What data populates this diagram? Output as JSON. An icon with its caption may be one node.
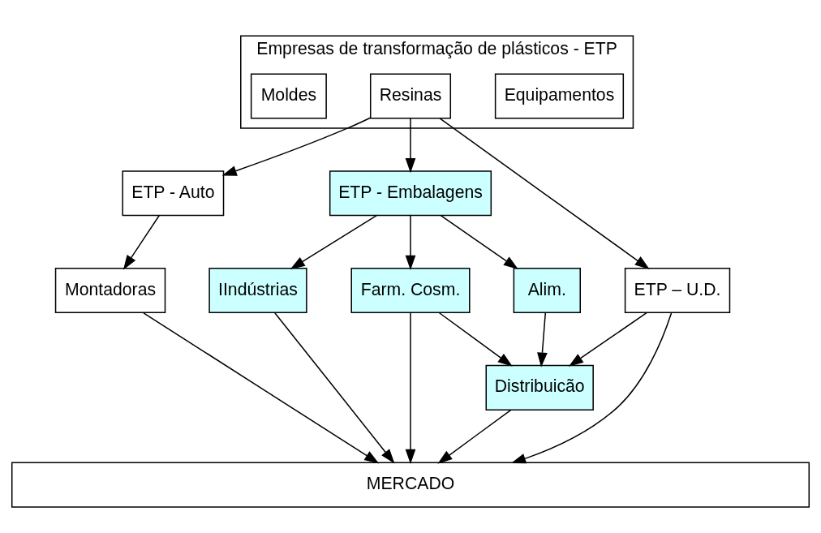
{
  "diagram": {
    "nodes": [
      {
        "text": [
          "Empresas de transformação de plásticos - ETP"
        ]
      },
      {
        "text": [
          "Equipamentos"
        ],
        "in": 0
      },
      {
        "text": [
          "Resinas"
        ],
        "in": 0
      },
      {
        "text": [
          "Moldes"
        ],
        "in": 0
      },
      {
        "text": [
          "ETP - Auto"
        ]
      },
      {
        "text": [
          "ETP - Embalagens"
        ]
      },
      {
        "text": [
          "ETP – U.D."
        ]
      },
      {
        "text": [
          "Montadoras"
        ]
      },
      {
        "text": [
          "Farm. Cosm."
        ]
      },
      {
        "text": [
          "Alim."
        ]
      },
      {
        "text": [
          "IIndústrias"
        ]
      },
      {
        "text": [
          "Distribuicão"
        ]
      },
      {
        "text": [
          "MERCADO"
        ]
      }
    ],
    "edges": [
      {
        "from": 2,
        "to": 4,
        "arrow": "to"
      },
      {
        "from": 2,
        "to": 5,
        "arrow": "to"
      },
      {
        "from": 2,
        "to": 6,
        "arrow": "to"
      },
      {
        "from": 4,
        "to": 7,
        "arrow": "to"
      },
      {
        "from": 5,
        "to": 10,
        "arrow": "to"
      },
      {
        "from": 5,
        "to": 8,
        "arrow": "to"
      },
      {
        "from": 5,
        "to": 9,
        "arrow": "to"
      },
      {
        "from": 8,
        "to": 11,
        "arrow": "to"
      },
      {
        "from": 9,
        "to": 11,
        "arrow": "to"
      },
      {
        "from": 6,
        "to": 11,
        "arrow": "to"
      },
      {
        "from": 7,
        "to": 12,
        "arrow": "to"
      },
      {
        "from": 10,
        "to": 12,
        "arrow": "to"
      },
      {
        "from": 8,
        "to": 12,
        "arrow": "to"
      },
      {
        "from": 11,
        "to": 12,
        "arrow": "to"
      },
      {
        "from": 6,
        "to": 12,
        "arrow": "to"
      }
    ]
  }
}
